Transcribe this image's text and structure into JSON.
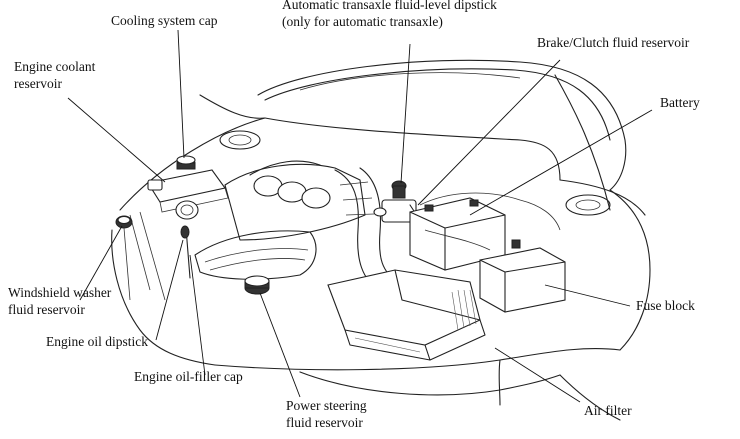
{
  "labels": {
    "cooling_system_cap": "Cooling system cap",
    "atf_dipstick": [
      "Automatic transaxle fluid-level dipstick",
      "(only for automatic transaxle)"
    ],
    "brake_clutch_reservoir": "Brake/Clutch fluid reservoir",
    "engine_coolant_reservoir": [
      "Engine coolant",
      "reservoir"
    ],
    "battery": "Battery",
    "washer_reservoir": [
      "Windshield washer",
      "fluid reservoir"
    ],
    "engine_oil_dipstick": "Engine oil dipstick",
    "engine_oil_filler_cap": "Engine oil-filler cap",
    "power_steering_reservoir": [
      "Power steering",
      "fluid reservoir"
    ],
    "fuse_block": "Fuse block",
    "air_filter": "Air filter"
  }
}
